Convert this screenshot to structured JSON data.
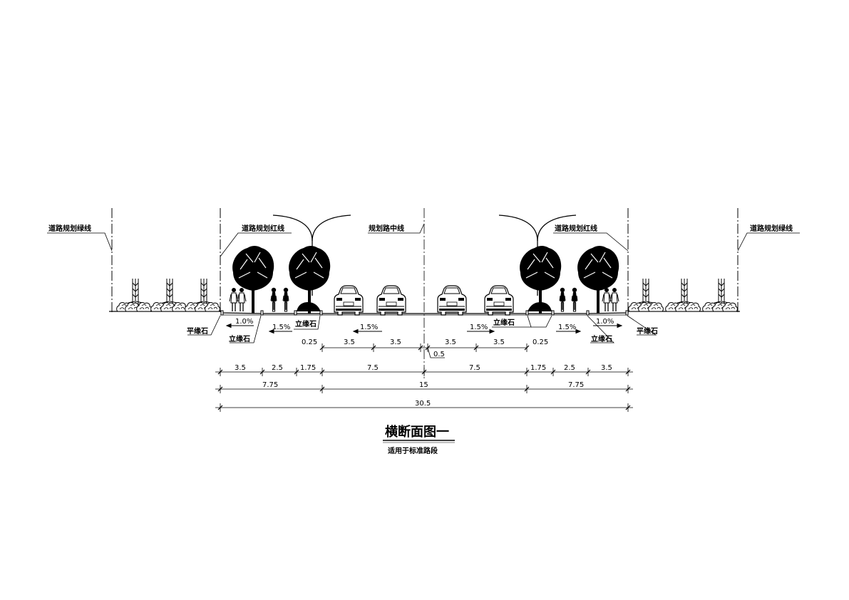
{
  "labels": {
    "green_line_left": "道路规划绿线",
    "red_line_left": "道路规划红线",
    "center_line": "规划路中线",
    "red_line_right": "道路规划红线",
    "green_line_right": "道路规划绿线",
    "flat_curb_left": "平缘石",
    "vertical_curb_left_1": "立缘石",
    "vertical_curb_left_2": "立缘石",
    "vertical_curb_right_1": "立缘石",
    "vertical_curb_right_2": "立缘石",
    "flat_curb_right": "平缘石"
  },
  "slopes": {
    "sidewalk_left": "1.0%",
    "bike_left": "1.5%",
    "road_left": "1.5%",
    "road_right": "1.5%",
    "bike_right": "1.5%",
    "sidewalk_right": "1.0%"
  },
  "dims": {
    "r1_curb_left": "0.25",
    "r1_lane_l1": "3.5",
    "r1_lane_l2": "3.5",
    "r1_lane_r1": "3.5",
    "r1_lane_r2": "3.5",
    "r1_curb_right": "0.25",
    "r1_median": "0.5",
    "r2_sidewalk_l": "3.5",
    "r2_bike_l": "2.5",
    "r2_green_l": "1.75",
    "r2_road_l": "7.5",
    "r2_road_r": "7.5",
    "r2_green_r": "1.75",
    "r2_bike_r": "2.5",
    "r2_sidewalk_r": "3.5",
    "r3_side_l": "7.75",
    "r3_carriage": "15",
    "r3_side_r": "7.75",
    "r4_total": "30.5"
  },
  "title": "横断面图一",
  "subtitle": "适用于标准路段"
}
